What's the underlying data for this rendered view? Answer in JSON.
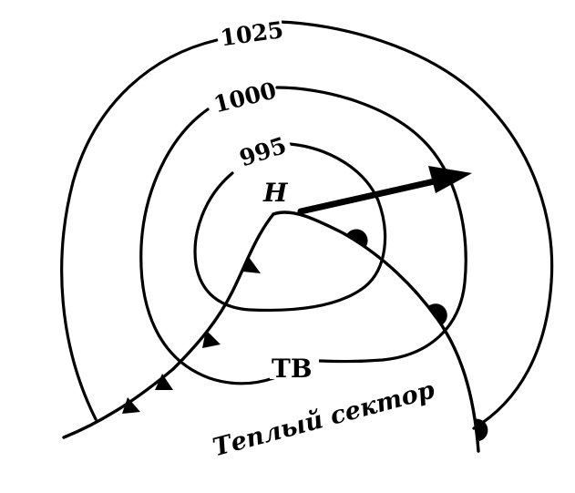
{
  "isobars": {
    "outer": "1025",
    "middle": "1000",
    "inner": "995"
  },
  "low_center_label": "Н",
  "warm_air_label": "ТВ",
  "warm_sector_label": "Теплый  сектор",
  "colors": {
    "ink": "#000000",
    "background": "#ffffff"
  }
}
